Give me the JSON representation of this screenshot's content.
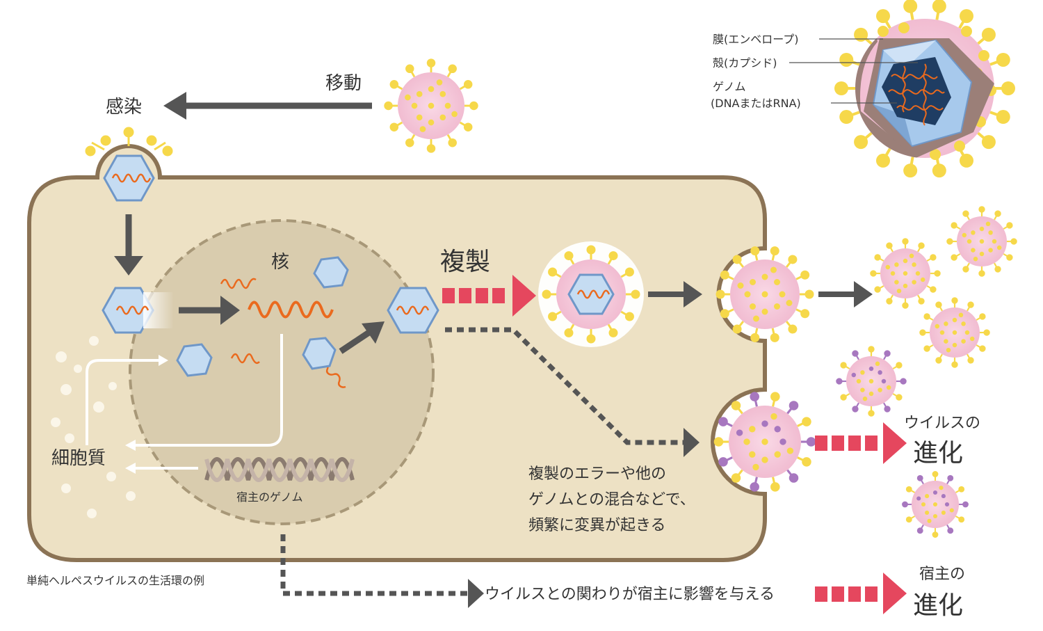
{
  "colors": {
    "cell_fill": "#ede1c4",
    "cell_stroke": "#8b7355",
    "nucleus_fill": "#d9ccae",
    "nucleus_stroke": "#a89878",
    "virus_pink": "#f4c6d8",
    "virus_spike": "#f6d84a",
    "virus_purple": "#a777bf",
    "capsid_fill": "#c5dcf2",
    "capsid_stroke": "#6f97c8",
    "rna": "#ea6a1e",
    "arrow_gray": "#555555",
    "arrow_red": "#e5475e"
  },
  "labels": {
    "move": "移動",
    "infection": "感染",
    "nucleus": "核",
    "replication": "複製",
    "cytoplasm": "細胞質",
    "host_genome": "宿主のゲノム",
    "mutation": [
      "複製のエラーや他の",
      "ゲノムとの混合などで、",
      "頻繁に変異が起きる"
    ],
    "virus_evolution_top": "ウイルスの",
    "virus_evolution_bottom": "進化",
    "host_evolution_top": "宿主の",
    "host_evolution_bottom": "進化",
    "impact": "ウイルスとの関わりが宿主に影響を与える",
    "caption": "単純ヘルペスウイルスの生活環の例"
  },
  "structure_labels": {
    "envelope": "膜(エンベロープ)",
    "capsid": "殻(カプシド)",
    "genome": "ゲノム",
    "genome_type": "(DNAまたはRNA)"
  }
}
